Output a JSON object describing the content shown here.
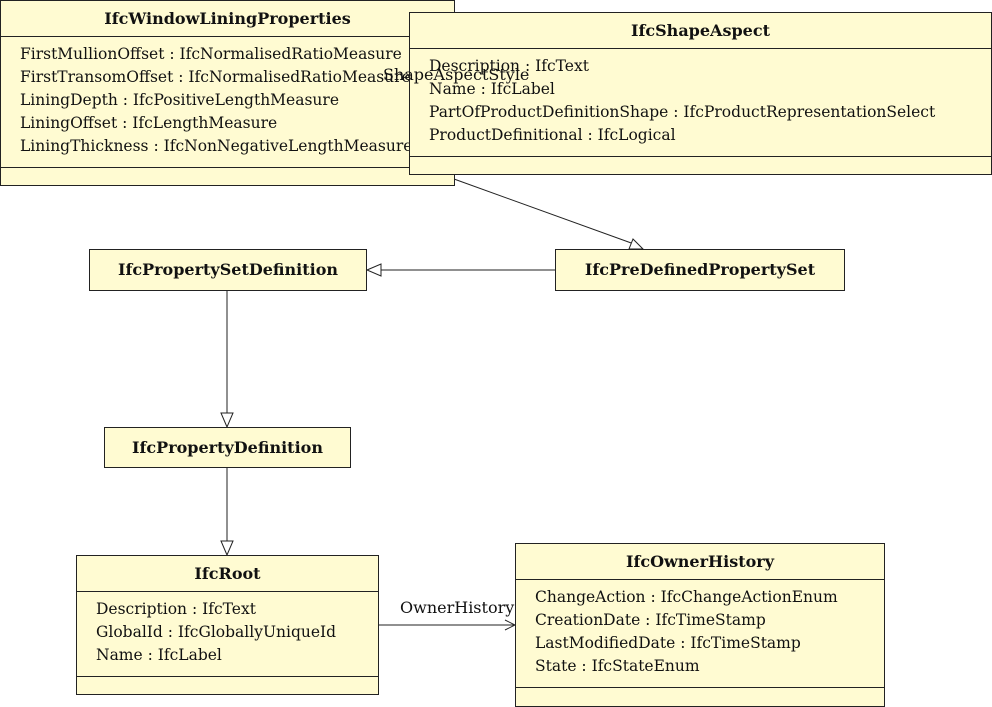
{
  "classes": {
    "window_lining": {
      "name": "IfcWindowLiningProperties",
      "attrs": [
        "FirstMullionOffset : IfcNormalisedRatioMeasure",
        "FirstTransomOffset : IfcNormalisedRatioMeasure",
        "LiningDepth : IfcPositiveLengthMeasure",
        "LiningOffset : IfcLengthMeasure",
        "LiningThickness : IfcNonNegativeLengthMeasure"
      ]
    },
    "shape_aspect": {
      "name": "IfcShapeAspect",
      "attrs": [
        "Description : IfcText",
        "Name : IfcLabel",
        "PartOfProductDefinitionShape : IfcProductRepresentationSelect",
        "ProductDefinitional : IfcLogical"
      ]
    },
    "property_set_definition": {
      "name": "IfcPropertySetDefinition"
    },
    "predefined_property_set": {
      "name": "IfcPreDefinedPropertySet"
    },
    "property_definition": {
      "name": "IfcPropertyDefinition"
    },
    "root": {
      "name": "IfcRoot",
      "attrs": [
        "Description : IfcText",
        "GlobalId : IfcGloballyUniqueId",
        "Name : IfcLabel"
      ]
    },
    "owner_history": {
      "name": "IfcOwnerHistory",
      "attrs": [
        "ChangeAction : IfcChangeActionEnum",
        "CreationDate : IfcTimeStamp",
        "LastModifiedDate : IfcTimeStamp",
        "State : IfcStateEnum"
      ]
    }
  },
  "edge_labels": {
    "shape_aspect_style": "ShapeAspectStyle",
    "owner_history": "OwnerHistory"
  }
}
